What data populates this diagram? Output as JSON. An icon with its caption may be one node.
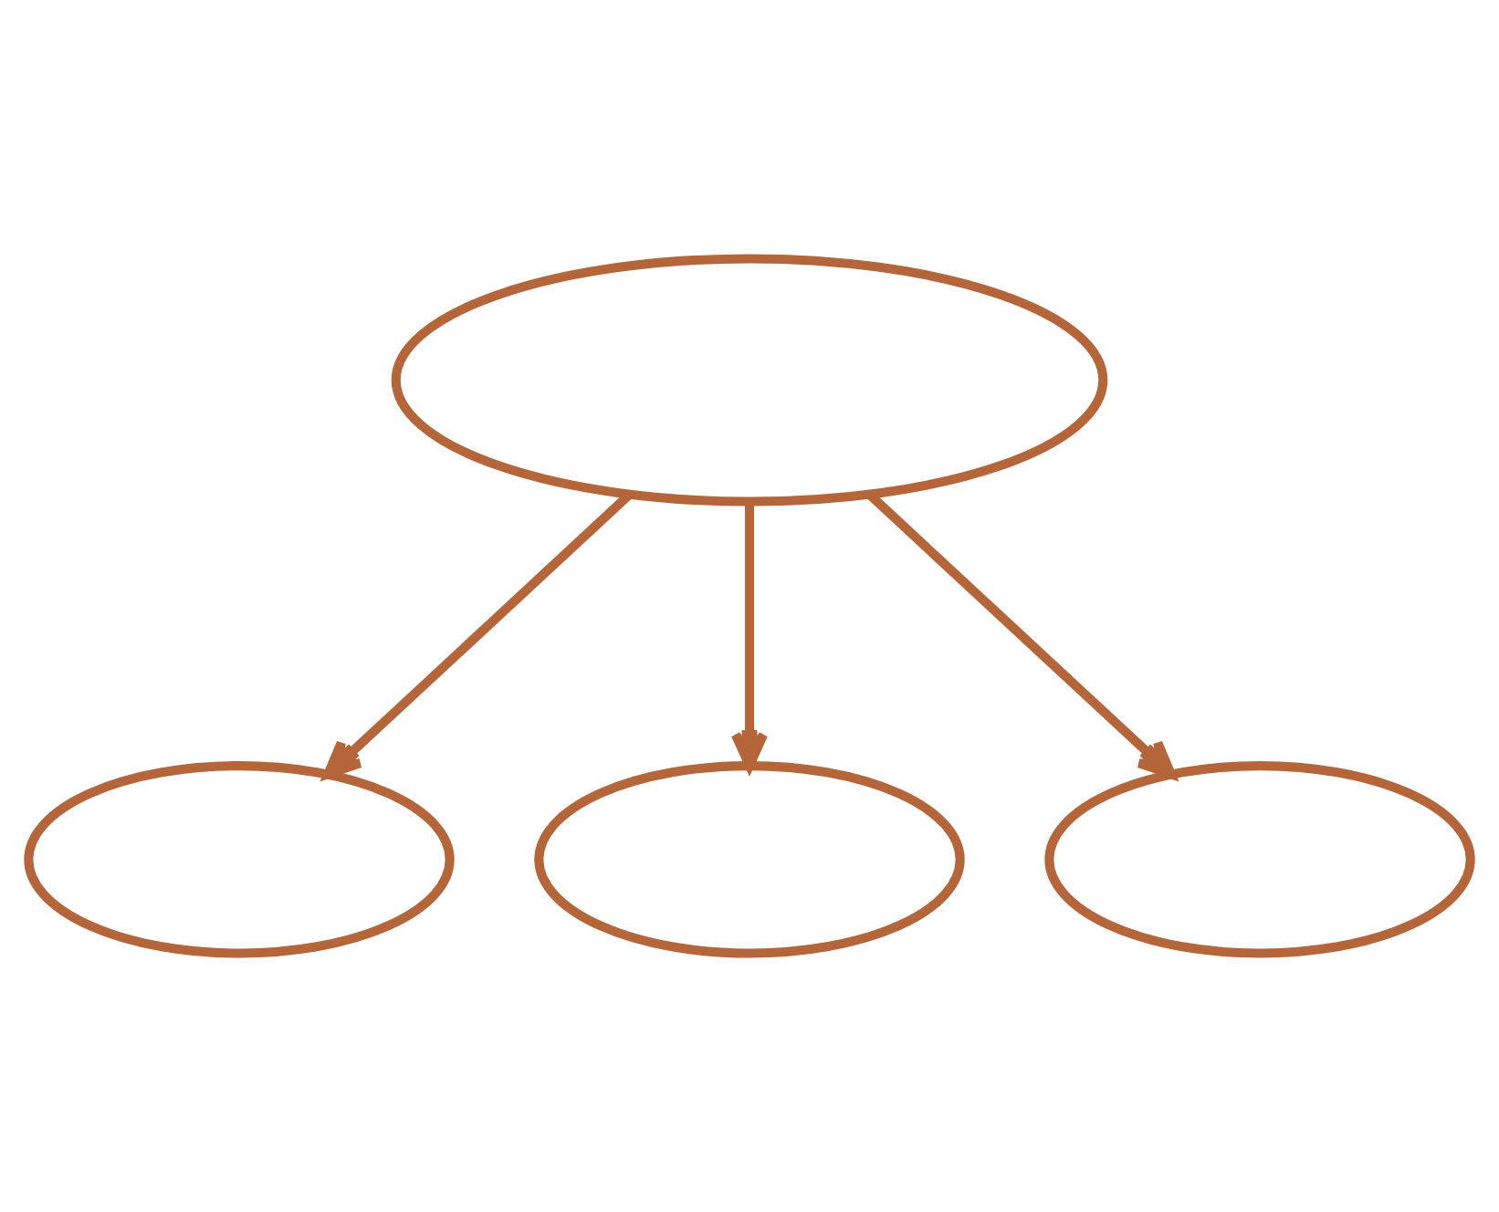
{
  "diagram": {
    "nodes": [
      {
        "text": [],
        "shape": "ellipse"
      },
      {
        "text": [],
        "shape": "ellipse"
      },
      {
        "text": [],
        "shape": "ellipse"
      },
      {
        "text": [],
        "shape": "ellipse"
      }
    ],
    "edges": [
      {
        "from": 0,
        "to": 1,
        "arrow": "to"
      },
      {
        "from": 0,
        "to": 2,
        "arrow": "to"
      },
      {
        "from": 0,
        "to": 3,
        "arrow": "to"
      }
    ]
  }
}
